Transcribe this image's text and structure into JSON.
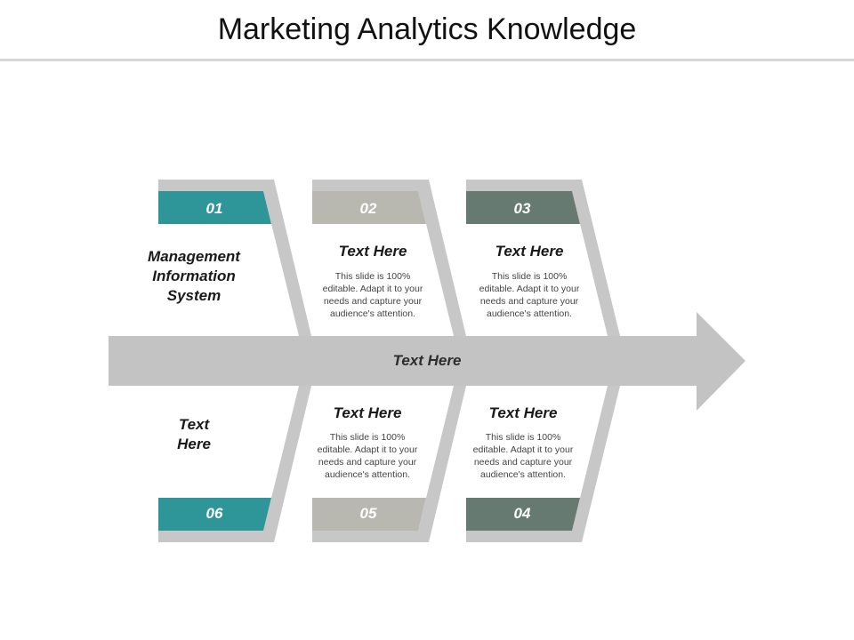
{
  "title": "Marketing Analytics Knowledge",
  "arrow_label": "Text Here",
  "colors": {
    "teal": "#2e9599",
    "light_gray": "#b8b8b0",
    "dark_gray": "#667a72",
    "frame_gray": "#c7c7c7",
    "arrow_gray": "#c3c3c3"
  },
  "top_items": [
    {
      "number": "01",
      "heading_lines": [
        "Management",
        "Information",
        "System"
      ],
      "body_lines": []
    },
    {
      "number": "02",
      "heading_lines": [
        "Text Here"
      ],
      "body_lines": [
        "This slide is 100%",
        "editable. Adapt it to your",
        "needs and capture your",
        "audience's attention."
      ]
    },
    {
      "number": "03",
      "heading_lines": [
        "Text Here"
      ],
      "body_lines": [
        "This slide is 100%",
        "editable. Adapt it to your",
        "needs and capture your",
        "audience's attention."
      ]
    }
  ],
  "bottom_items": [
    {
      "number": "06",
      "heading_lines": [
        "Text",
        "Here"
      ],
      "body_lines": []
    },
    {
      "number": "05",
      "heading_lines": [
        "Text Here"
      ],
      "body_lines": [
        "This slide is 100%",
        "editable. Adapt it to your",
        "needs and capture your",
        "audience's attention."
      ]
    },
    {
      "number": "04",
      "heading_lines": [
        "Text Here"
      ],
      "body_lines": [
        "This slide is 100%",
        "editable. Adapt it to your",
        "needs and capture your",
        "audience's attention."
      ]
    }
  ]
}
